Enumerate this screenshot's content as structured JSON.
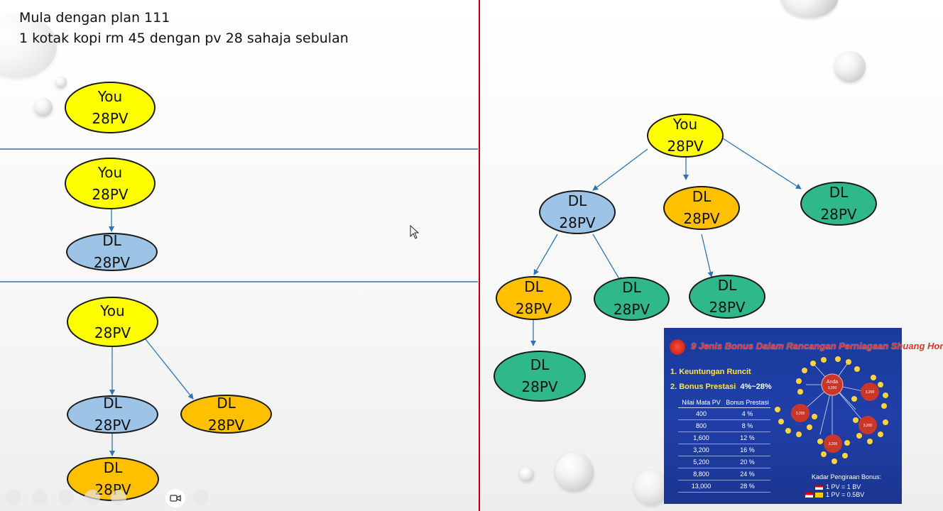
{
  "heading": {
    "line1": "Mula dengan plan 111",
    "line2": "1 kotak kopi rm 45 dengan pv 28 sahaja sebulan"
  },
  "nodes": {
    "you_label": "You",
    "dl_label": "DL",
    "pv_label": "28PV"
  },
  "colors": {
    "you": "#ffff00",
    "dl_blue": "#9dc3e6",
    "dl_orange": "#ffc000",
    "dl_teal": "#2fb889",
    "divider": "#2e75b6",
    "center_line": "#c00000",
    "arrow": "#2e75b6"
  },
  "bonus_panel": {
    "title": "9 Jenis Bonus Dalam Rancangan Perniagaan Shuang Hor",
    "item1": "1. Keuntungan Runcit",
    "item2": "2. Bonus Prestasi",
    "item2_pct": "4%~28%",
    "table_headers": [
      "Nilai Mata PV",
      "Bonus Prestasi"
    ],
    "table_rows": [
      [
        "400",
        "4 %"
      ],
      [
        "800",
        "8 %"
      ],
      [
        "1,600",
        "12 %"
      ],
      [
        "3,200",
        "16 %"
      ],
      [
        "5,200",
        "20 %"
      ],
      [
        "8,800",
        "24 %"
      ],
      [
        "13,000",
        "28 %"
      ]
    ],
    "network_center": "Anda",
    "network_value": "3,200",
    "kadar_label": "Kadar Pengiraan Bonus:",
    "rate1": "1 PV = 1 BV",
    "rate2": "1 PV = 0.5BV"
  },
  "toolbar": {
    "video_icon": "video-camera-icon"
  }
}
